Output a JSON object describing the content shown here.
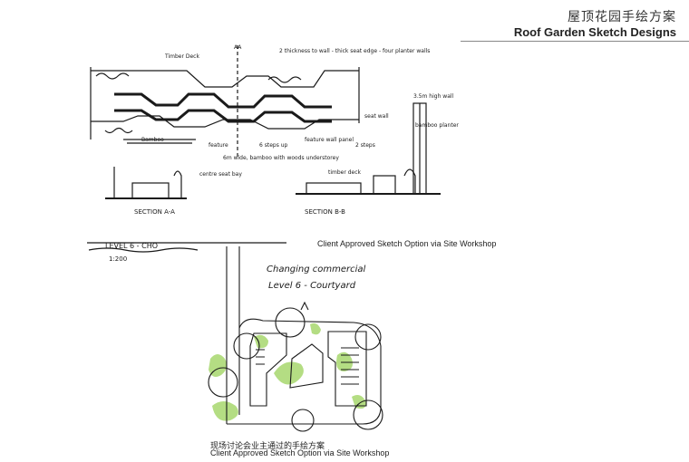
{
  "header": {
    "title_cn": "屋顶花园手绘方案",
    "title_en": "Roof Garden Sketch Designs"
  },
  "sketch_top": {
    "caption": "Client Approved Sketch Option via Site Workshop",
    "notes": {
      "timber_deck": "Timber Deck",
      "aa": "AA",
      "thickness": "2 thickness to wall - thick seat edge - four planter walls",
      "seat_wall": "seat wall",
      "height_wall": "3.5m high wall",
      "bamboo": "Bamboo",
      "feature": "feature",
      "steps_up": "6 steps up",
      "feature_wall": "feature wall panel",
      "two_steps": "2 steps",
      "bamboo_planter": "bamboo planter",
      "grass_wide": "6m wide, bamboo with woods understorey",
      "timber_deck_lower": "timber deck",
      "centre": "centre seat bay",
      "section_aa": "SECTION A-A",
      "section_bb": "SECTION B-B",
      "level": "LEVEL 6 - CHO",
      "scale": "1:200"
    }
  },
  "sketch_bottom": {
    "handwritten_line1": "Changing commercial",
    "handwritten_line2": "Level 6 - Courtyard",
    "caption_cn": "现场讨论会业主通过的手绘方案",
    "caption_en": "Client Approved Sketch Option via Site Workshop"
  },
  "colors": {
    "ink": "#1a1a1a",
    "green_wash": "#a8d86e",
    "rule": "#888888"
  }
}
